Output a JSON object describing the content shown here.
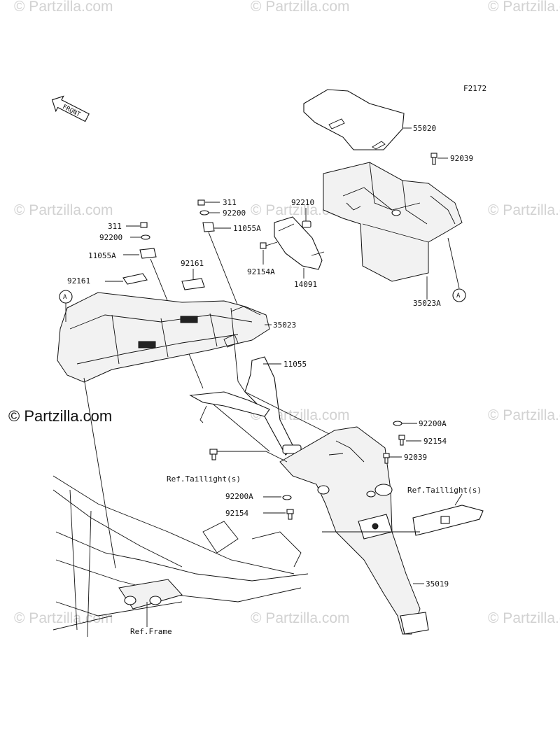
{
  "diagram_code": "F2172",
  "watermark": "© Partzilla.com",
  "brand": "© Partzilla.com",
  "front_label": "FRONT",
  "markers": {
    "a": "A"
  },
  "parts": {
    "p55020": "55020",
    "p92039_top": "92039",
    "p92210": "92210",
    "p311_a": "311",
    "p92200_a": "92200",
    "p11055A_a": "11055A",
    "p311_b": "311",
    "p92200_b": "92200",
    "p11055A_b": "11055A",
    "p92154A": "92154A",
    "p14091": "14091",
    "p35023A": "35023A",
    "p92161_a": "92161",
    "p92161_b": "92161",
    "p35023": "35023",
    "p11055": "11055",
    "p92200A_a": "92200A",
    "p92154_a": "92154",
    "p92039_b": "92039",
    "ref_taillight_a": "Ref.Taillight(s)",
    "ref_taillight_b": "Ref.Taillight(s)",
    "p92200A_b": "92200A",
    "p92154_b": "92154",
    "p35019": "35019",
    "ref_frame": "Ref.Frame"
  }
}
